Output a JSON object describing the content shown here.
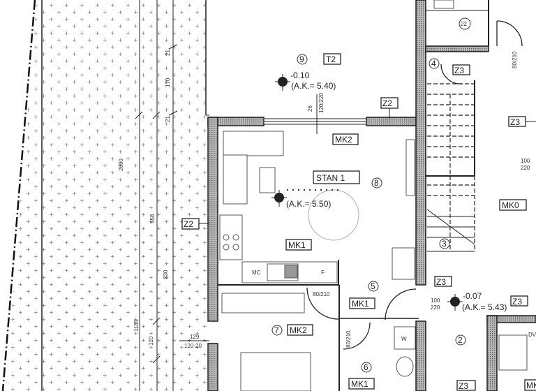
{
  "plan": {
    "apartment_label": "STAN 1",
    "rooms": [
      {
        "number": "9",
        "finish": "T2"
      },
      {
        "number": "8",
        "finish": "MK2"
      },
      {
        "number": "5",
        "finish": "MK1"
      },
      {
        "number": "7",
        "finish": "MK2"
      },
      {
        "number": "6",
        "finish": "MK1"
      },
      {
        "number": "4",
        "finish": "Z3"
      },
      {
        "number": "3",
        "finish": "MK0"
      },
      {
        "number": "2",
        "finish": "Z3"
      },
      {
        "number": "22",
        "finish": ""
      }
    ],
    "kitchen_finish": "MK1",
    "wall_tags": {
      "z2_left": "Z2",
      "z2_top": "Z2",
      "z3_stair": "Z3",
      "z3_right": "Z3",
      "z3_landing": "Z3",
      "z3_low": "Z3",
      "mk_edge": "MK"
    },
    "levels": [
      {
        "value": "-0.10",
        "ak": "(A.K.= 5.40)"
      },
      {
        "value": "",
        "ak": "(A.K.= 5.50)"
      },
      {
        "value": "-0.07",
        "ak": "(A.K.= 5.43)"
      }
    ],
    "openings": {
      "window_top": "26",
      "window_top_sub": "120/220",
      "door_bed": "80/210",
      "door_bath": "80/210",
      "door_right_top": "100",
      "door_right_bot": "220",
      "door_entry_top": "100",
      "door_entry_bot": "220",
      "door_small": "80/210",
      "left_window_top": "129",
      "left_window_bot": "120-20"
    },
    "dimensions": [
      "21",
      "170",
      "21",
      "2090",
      "558",
      "830",
      "1185",
      "120"
    ],
    "fixtures": {
      "microwave": "MC",
      "fridge": "F",
      "wc": "W",
      "dv": "DV"
    }
  }
}
